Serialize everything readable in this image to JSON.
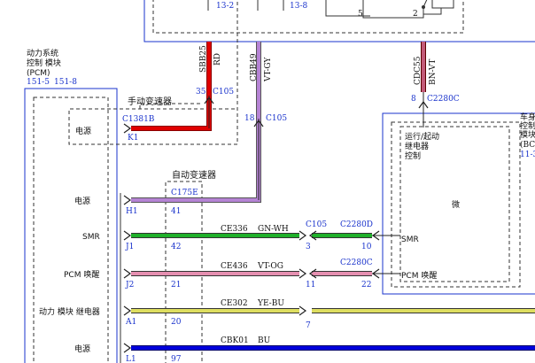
{
  "colors": {
    "blue": "#1a33cc",
    "red": "#e00000",
    "red_dark": "#8a0000",
    "violet": "#b583d4",
    "green": "#1fb02a",
    "pink": "#e58fb0",
    "yellow": "#dede60",
    "bu": "#0000dd",
    "outline": "#333333"
  },
  "top": {
    "ref_a": "13-2",
    "ref_b": "13-8",
    "pin_5": "5",
    "pin_2": "2"
  },
  "pcm": {
    "title_l1": "动力系统",
    "title_l2": "控制 模块",
    "title_l3": "(PCM)",
    "ref_a": "151-5",
    "ref_b": "151-8"
  },
  "manual_trans": {
    "label": "手动变速器",
    "power_label": "电源",
    "connector": "C1381B",
    "pin": "K1"
  },
  "auto_trans": {
    "label": "自动变速器",
    "connector": "C175E"
  },
  "wire_red": {
    "code": "SBB25",
    "color": "RD",
    "pin": "35",
    "connector": "C105"
  },
  "wire_violet": {
    "code": "CBB49",
    "color": "VT-GY",
    "pin": "18",
    "connector": "C105"
  },
  "wire_bcm_top": {
    "code": "CDC55",
    "color": "BN-VT",
    "pin": "8",
    "connector": "C2280C"
  },
  "bcm": {
    "title_l1": "车身",
    "title_l2": "控制",
    "title_l3": "模块",
    "title_l4": "(BC",
    "ref": "11-3",
    "relay_l1": "运行/起动",
    "relay_l2": "继电器",
    "relay_l3": "控制",
    "micro": "微",
    "smr_label": "SMR",
    "wake_label": "PCM 唤醒"
  },
  "rows": [
    {
      "label": "电源",
      "pcm_pin": "H1",
      "at_pin": "41",
      "wire_code": "",
      "wire_color": "",
      "c105": "",
      "c105_pin": "",
      "bcm_connector": "",
      "bcm_pin": ""
    },
    {
      "label": "SMR",
      "pcm_pin": "J1",
      "at_pin": "42",
      "wire_code": "CE336",
      "wire_color": "GN-WH",
      "c105": "C105",
      "c105_pin": "3",
      "bcm_connector": "C2280D",
      "bcm_pin": "10"
    },
    {
      "label": "PCM 唤醒",
      "pcm_pin": "J2",
      "at_pin": "21",
      "wire_code": "CE436",
      "wire_color": "VT-OG",
      "c105": "",
      "c105_pin": "11",
      "bcm_connector": "C2280C",
      "bcm_pin": "22"
    },
    {
      "label": "动力 模块 继电器",
      "pcm_pin": "A1",
      "at_pin": "20",
      "wire_code": "CE302",
      "wire_color": "YE-BU",
      "c105": "",
      "c105_pin": "7",
      "bcm_connector": "",
      "bcm_pin": ""
    },
    {
      "label": "电源",
      "pcm_pin": "L1",
      "at_pin": "97",
      "wire_code": "CBK01",
      "wire_color": "BU",
      "c105": "",
      "c105_pin": "",
      "bcm_connector": "",
      "bcm_pin": ""
    }
  ]
}
